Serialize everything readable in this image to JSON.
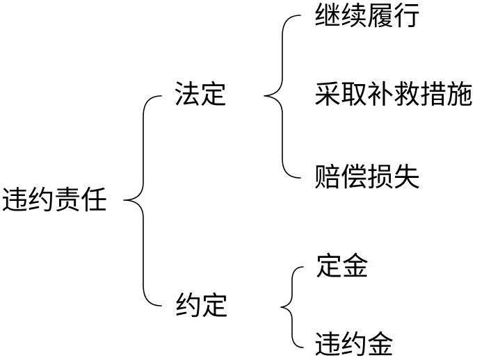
{
  "root": {
    "label": "违约责任"
  },
  "branches": [
    {
      "label": "法定",
      "children": [
        "继续履行",
        "采取补救措施",
        "赔偿损失"
      ]
    },
    {
      "label": "约定",
      "children": [
        "定金",
        "违约金"
      ]
    }
  ],
  "colors": {
    "stroke": "#000000",
    "text": "#000000",
    "background": "#ffffff"
  }
}
